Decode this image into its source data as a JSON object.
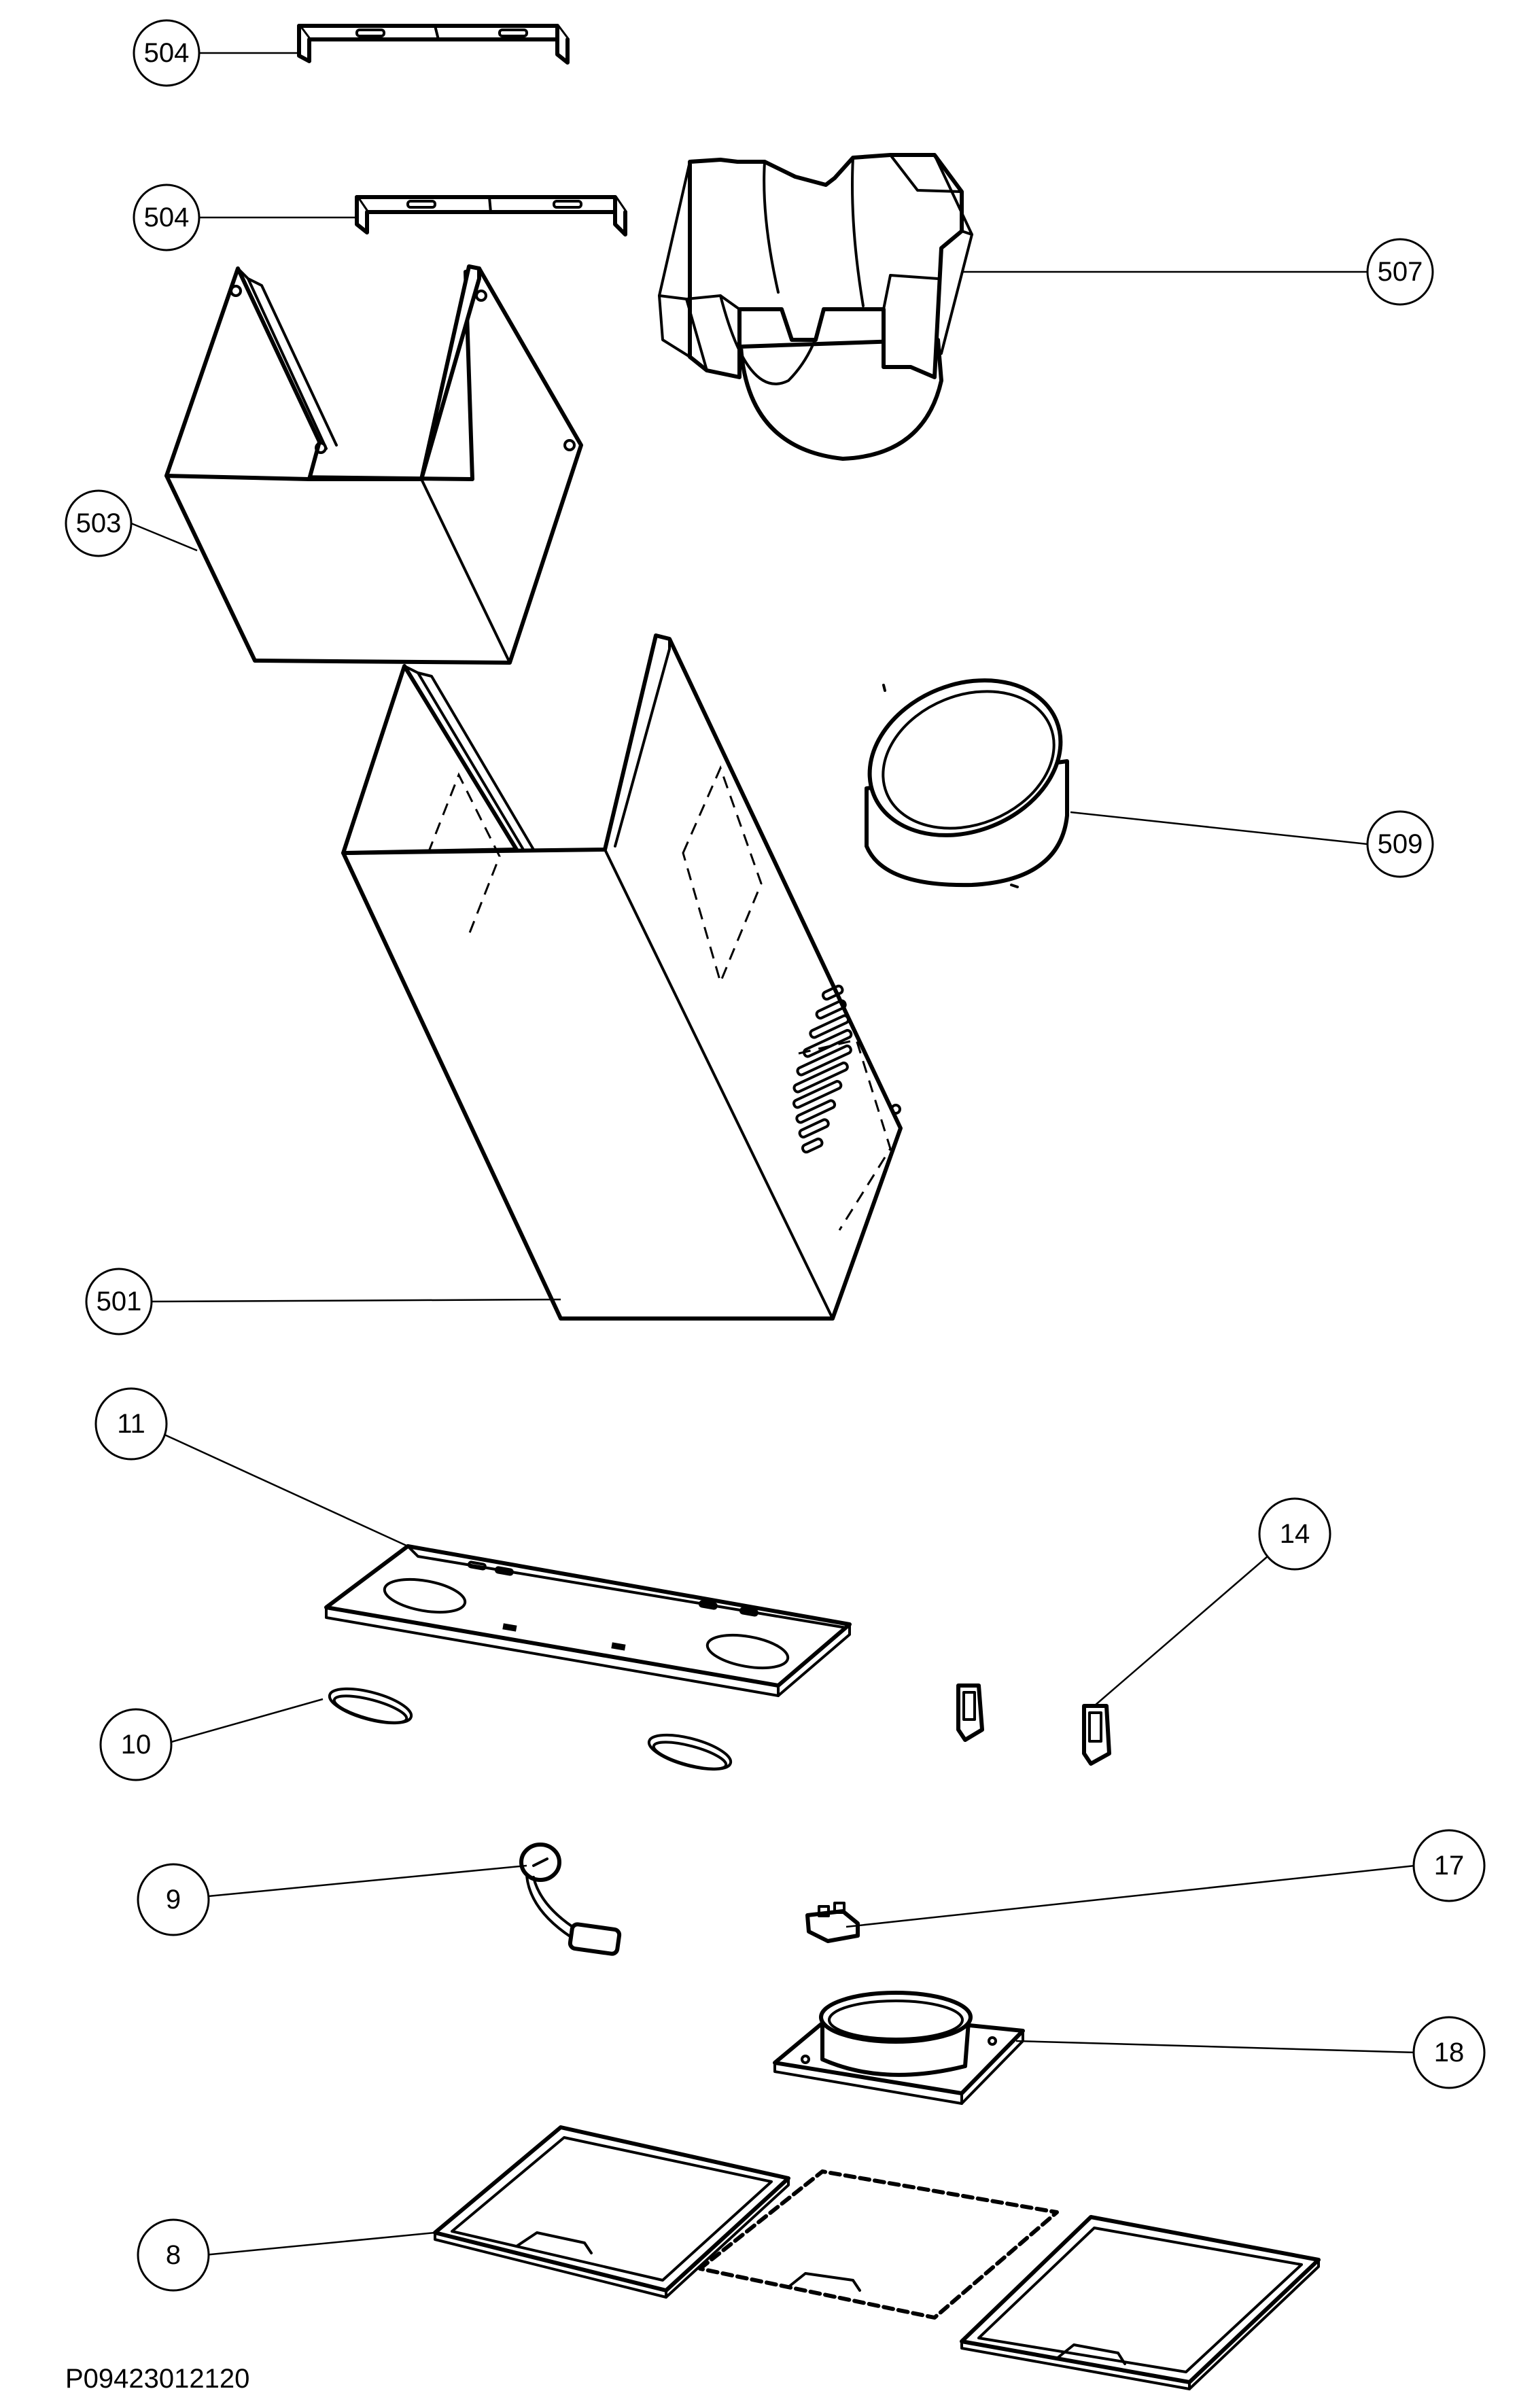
{
  "document_id": "P09423012120",
  "callouts": {
    "c504a": "504",
    "c504b": "504",
    "c507": "507",
    "c503": "503",
    "c509": "509",
    "c501": "501",
    "c11": "11",
    "c14": "14",
    "c10": "10",
    "c9": "9",
    "c17": "17",
    "c18": "18",
    "c8": "8"
  }
}
